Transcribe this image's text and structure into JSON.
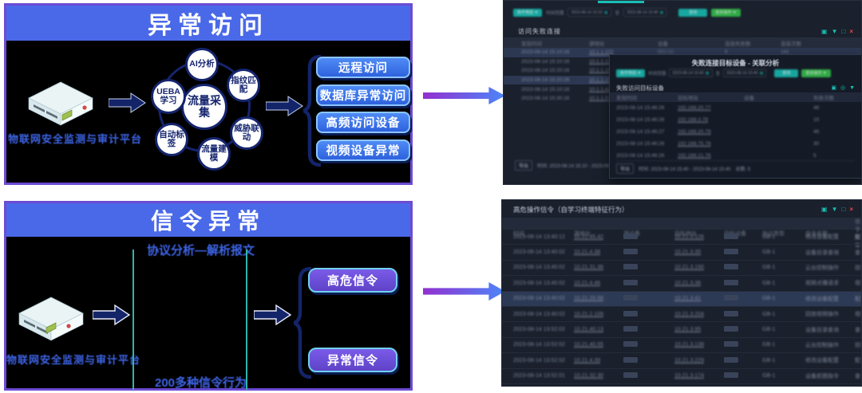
{
  "panel_access": {
    "title": "异常访问",
    "device_label": "物联网安全监测与审计平台",
    "hub_center": "流量采集",
    "hub_nodes": [
      "AI分析",
      "指纹匹配",
      "威胁联动",
      "流量建模",
      "自动标签",
      "UEBA学习"
    ],
    "outputs": [
      "远程访问",
      "数据库异常访问",
      "高频访问设备",
      "视频设备异常"
    ]
  },
  "panel_signal": {
    "title": "信令异常",
    "device_label": "物联网安全监测与审计平台",
    "note_top": "协议分析—解析报文",
    "note_bottom": "200多种信令行为",
    "outputs": [
      "高危信令",
      "异常信令"
    ]
  },
  "icons": {
    "layers": "▣",
    "filter": "▼",
    "maximize": "□",
    "close": "×",
    "info": "◎",
    "calendar": "▦"
  },
  "win_access": {
    "toolbar": {
      "filter": "条件筛选 ▼",
      "time_label": "时间范围",
      "start": "2023-08-14 15:10",
      "to": "至",
      "end": "2023-08-14 15:40",
      "query": "查询",
      "more": "更多操作 ▼"
    },
    "table_title": "访问失败连接",
    "columns": [
      "发现时间",
      "源地址",
      "设备",
      "连接失败数",
      "连接次数"
    ],
    "rows": [
      {
        "time": "2023-08-14 15:10:16",
        "addr": "10.1.1.102",
        "dev": "IPC-01",
        "fail": "5",
        "cnt": "141",
        "highlight": true
      },
      {
        "time": "2023-08-14 15:10:16",
        "addr": "10.1.1.12",
        "dev": "",
        "fail": "",
        "cnt": ""
      },
      {
        "time": "2023-08-14 15:20:16",
        "addr": "10.1.1.10",
        "dev": "",
        "fail": "",
        "cnt": ""
      },
      {
        "time": "2023-08-14 15:20:26",
        "addr": "10.1.1.10",
        "dev": "",
        "fail": "",
        "cnt": "",
        "highlight": true
      },
      {
        "time": "2023-08-14 15:10:16",
        "addr": "10.1.1.42",
        "dev": "",
        "fail": "",
        "cnt": ""
      },
      {
        "time": "2023-08-14 15:30:16",
        "addr": "10.1.1.57",
        "dev": "",
        "fail": "",
        "cnt": ""
      }
    ],
    "footer": {
      "export": "导出",
      "range": "时间: 2023-08-14 15:10 - 2023-08-14 15:40",
      "total": "总数: 5"
    }
  },
  "win_linkage": {
    "title": "失败连接目标设备 - 关联分析",
    "toolbar": {
      "filter": "条件筛选 ▼",
      "time_label": "时间范围",
      "start": "2023-08-14 15:40",
      "to": "至",
      "end": "2023-08-14 15:40",
      "query": "查询",
      "more": "更多操作 ▼"
    },
    "table_title": "失败访问目标设备",
    "columns": [
      "发现时间",
      "目标地址",
      "设备",
      "失败次数"
    ],
    "rows": [
      {
        "time": "2023-08-14 15:46:26",
        "addr": "192.168.20.77",
        "dev": "",
        "cnt": "46"
      },
      {
        "time": "2023-08-14 15:46:26",
        "addr": "192.168.3.78",
        "dev": "",
        "cnt": "15"
      },
      {
        "time": "2023-08-14 15:46:27",
        "addr": "192.168.20.79",
        "dev": "",
        "cnt": "46"
      },
      {
        "time": "2023-08-14 15:46:26",
        "addr": "192.168.75.78",
        "dev": "",
        "cnt": "30"
      },
      {
        "time": "2023-08-14 15:46:26",
        "addr": "192.168.21.76",
        "dev": "",
        "cnt": "5"
      }
    ],
    "footer": {
      "export": "导出",
      "range": "时间: 2023-08-14 15:40 - 2023-08-14 15:40",
      "total": "总数: 5"
    }
  },
  "win_signal": {
    "title": "高危操作信令（自学习终端特征行为）",
    "columns": [
      "时间",
      "源地址",
      "源设备",
      "目标地址",
      "目标设备",
      "协议类型",
      "信令名称",
      "信令类型"
    ],
    "rows": [
      {
        "time": "2023-08-14 13:40:12",
        "src": "10.21.45.42",
        "dst": "10.21.3.126",
        "proto": "GB-1",
        "name": "修改设备配置",
        "type": "配置操作"
      },
      {
        "time": "2023-08-14 13:40:02",
        "src": "10.21.4.38",
        "dst": "10.21.3.35",
        "proto": "GB-1",
        "name": "设备目录查询",
        "type": "查询操作"
      },
      {
        "time": "2023-08-14 13:40:02",
        "src": "10.21.31.36",
        "dst": "10.21.3.150",
        "proto": "GB-1",
        "name": "云台控制操作",
        "type": "控制操作"
      },
      {
        "time": "2023-08-14 13:40:02",
        "src": "10.21.4.46",
        "dst": "10.21.3.36",
        "proto": "GB-1",
        "name": "视频点播请求",
        "type": "视频操作"
      },
      {
        "time": "2023-08-14 13:40:02",
        "src": "10.21.20.58",
        "dst": "10.21.3.41",
        "proto": "GB-1",
        "name": "修改设备配置",
        "type": "配置操作",
        "highlight": true
      },
      {
        "time": "2023-08-14 13:40:02",
        "src": "10.21.2.109",
        "dst": "10.21.3.204",
        "proto": "GB-1",
        "name": "回放视频操作",
        "type": "视频操作"
      },
      {
        "time": "2023-08-14 13:52:02",
        "src": "10.21.40.13",
        "dst": "10.21.3.95",
        "proto": "GB-1",
        "name": "设备目录查询",
        "type": "查询操作"
      },
      {
        "time": "2023-08-14 13:52:02",
        "src": "10.21.40.55",
        "dst": "10.21.3.139",
        "proto": "GB-1",
        "name": "云台控制操作",
        "type": "控制操作"
      },
      {
        "time": "2023-08-14 13:52:02",
        "src": "10.21.4.39",
        "dst": "10.21.3.229",
        "proto": "GB-1",
        "name": "修改设备配置",
        "type": "配置操作"
      },
      {
        "time": "2023-08-14 13:52:01",
        "src": "10.21.32.30",
        "dst": "10.21.3.174",
        "proto": "GB-1",
        "name": "设备抓图指令",
        "type": "查询操作"
      }
    ]
  }
}
